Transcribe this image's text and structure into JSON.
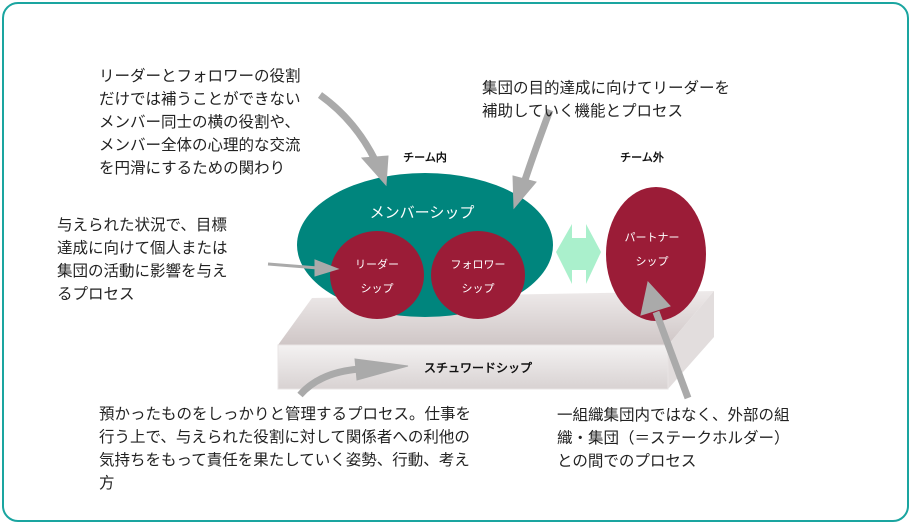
{
  "labels": {
    "inside_team": "チーム内",
    "outside_team": "チーム外",
    "membership": "メンバーシップ",
    "leadership": "リーダー\nシップ",
    "followership": "フォロワー\nシップ",
    "partnership": "パートナー\nシップ",
    "stewardship": "スチュワードシップ"
  },
  "notes": {
    "membership_note": "リーダーとフォロワーの役割\nだけでは補うことができない\nメンバー同士の横の役割や、\nメンバー全体の心理的な交流\nを円滑にするための関わり",
    "followership_note": "集団の目的達成に向けてリーダーを\n補助していく機能とプロセス",
    "leadership_note": "与えられた状況で、目標\n達成に向けて個人または\n集団の活動に影響を与え\nるプロセス",
    "stewardship_note": "預かったものをしっかりと管理するプロセス。仕事を\n行う上で、与えられた役割に対して関係者への利他の\n気持ちをもって責任を果たしていく姿勢、行動、考え\n方",
    "partnership_note": "一組織集団内ではなく、外部の組\n織・集団（＝ステークホルダー）\nとの間でのプロセス"
  },
  "colors": {
    "teal": "#00857d",
    "crimson": "#9b1c37",
    "arrow": "#aaaaaa",
    "mint": "#aaf0cc",
    "border": "#1aa5a0"
  }
}
